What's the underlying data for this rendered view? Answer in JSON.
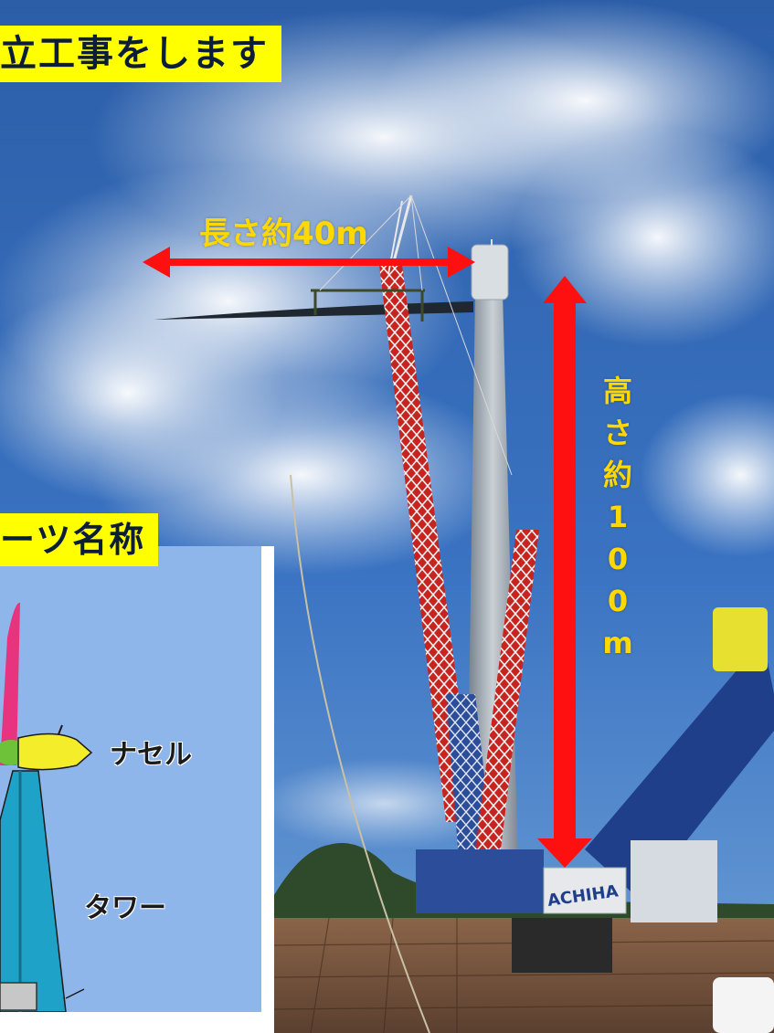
{
  "banners": {
    "title": "立工事をします",
    "parts": "ーツ名称"
  },
  "measurements": {
    "width_label": "長さ約40m",
    "height_label": "高さ約100m"
  },
  "parts": {
    "nacelle": "ナセル",
    "tower": "タワー"
  },
  "crane": {
    "brand_text": "ACHIHA"
  },
  "colors": {
    "banner_bg": "#ffff00",
    "label_text": "#ffd800",
    "arrow": "#ff1010"
  }
}
